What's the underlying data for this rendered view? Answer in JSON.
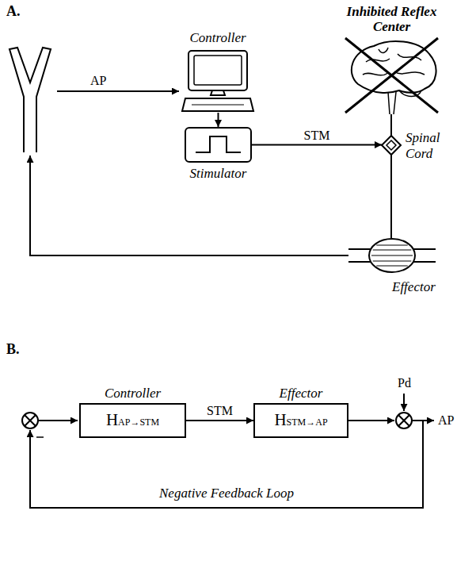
{
  "diagram": {
    "nodes": [
      {
        "text": [
          "Controller"
        ]
      },
      {
        "text": [
          "Inhibited Reflex Center"
        ]
      },
      {
        "text": [
          "Stimulator"
        ]
      },
      {
        "text": [
          "Spinal Cord"
        ]
      },
      {
        "text": [
          "Effector"
        ]
      },
      {
        "text": [
          "Controller",
          "HAP→STM"
        ]
      },
      {
        "text": [
          "Effector",
          "HSTM→AP"
        ]
      }
    ],
    "edges": [
      {
        "from": 0,
        "to": 2,
        "arrow": "to"
      },
      {
        "from": 2,
        "to": 3,
        "label": "STM",
        "arrow": "to"
      },
      {
        "from": 1,
        "to": 3,
        "arrow": "none"
      },
      {
        "from": 3,
        "to": 4,
        "arrow": "none"
      },
      {
        "from": 5,
        "to": 6,
        "label": "STM",
        "arrow": "to"
      }
    ],
    "labels": [
      "A.",
      "AP",
      "B.",
      "Pd",
      "AP",
      "Negative Feedback Loop"
    ]
  }
}
